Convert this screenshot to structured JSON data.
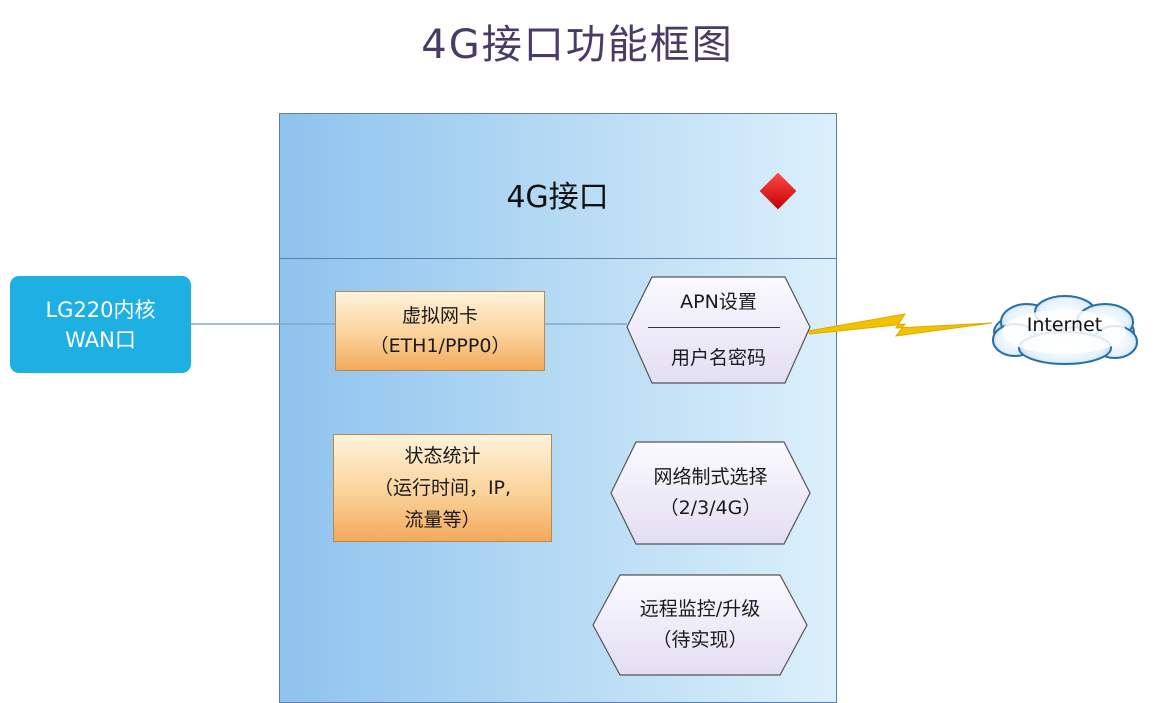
{
  "title": "4G接口功能框图",
  "module": {
    "title": "4G接口"
  },
  "kernel_wan": {
    "line1": "LG220内核",
    "line2": "WAN口"
  },
  "virtual_nic": {
    "line1": "虚拟网卡",
    "line2": "（ETH1/PPP0）"
  },
  "apn": {
    "line1": "APN设置",
    "line2": "用户名密码"
  },
  "status": {
    "line1": "状态统计",
    "line2": "（运行时间，IP,",
    "line3": "流量等）"
  },
  "network_mode": {
    "line1": "网络制式选择",
    "line2": "（2/3/4G）"
  },
  "remote": {
    "line1": "远程监控/升级",
    "line2": "（待实现）"
  },
  "internet": {
    "label": "Internet"
  },
  "colors": {
    "module_gradient_start": "#8ec3ee",
    "module_gradient_end": "#dcf0fb",
    "kernel_box": "#1eb0e3",
    "orange_box_mid": "#fbd29a",
    "hex_fill": "#ece9f7",
    "diamond": "#d40000",
    "lightning": "#f2c200"
  }
}
